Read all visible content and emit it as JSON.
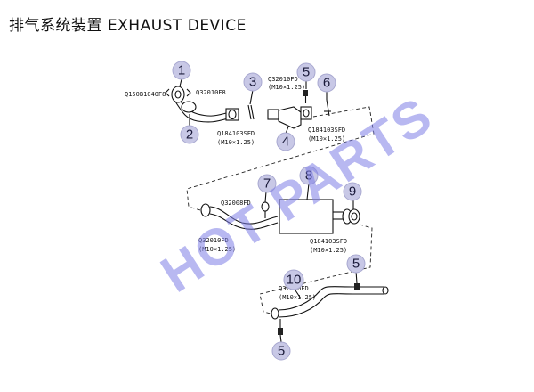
{
  "title": "排气系统装置 EXHAUST DEVICE",
  "watermark": "HOT PARTS",
  "colors": {
    "callout_fill": "#c8c8e6",
    "watermark": "#7f7fe6"
  },
  "callouts": [
    "1",
    "2",
    "3",
    "5",
    "6",
    "4",
    "7",
    "8",
    "9",
    "5",
    "10",
    "5"
  ],
  "codes": [
    "Q150B1040F8",
    "Q32010F8",
    "Q184103SFD",
    "(M10×1.25)",
    "Q32010FD",
    "(M10×1.25)",
    "Q184103SFD",
    "(M10×1.25)",
    "Q32008FD",
    "Q32010FD",
    "(M10×1.25)",
    "Q184103SFD",
    "(M10×1.25)",
    "Q32010FD",
    "(M10×1.25)"
  ]
}
